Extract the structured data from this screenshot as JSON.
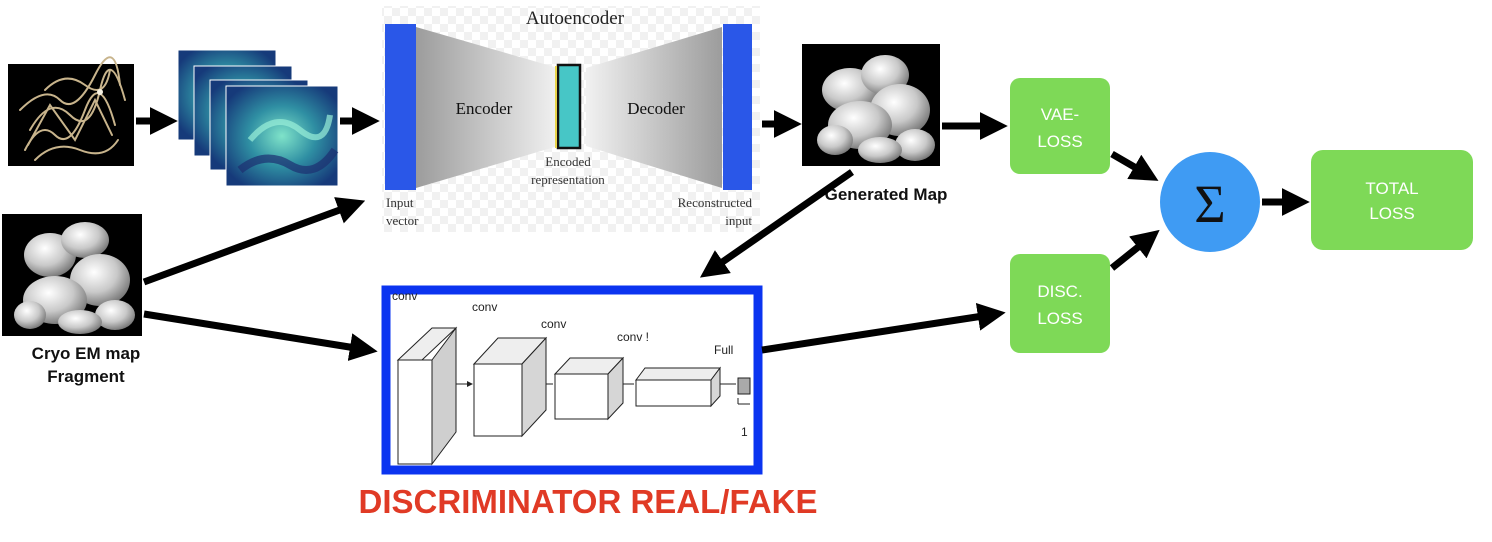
{
  "autoencoder": {
    "title": "Autoencoder",
    "encoder_label": "Encoder",
    "decoder_label": "Decoder",
    "encoded_line1": "Encoded",
    "encoded_line2": "representation",
    "input_line1": "Input",
    "input_line2": "vector",
    "recon_line1": "Reconstructed",
    "recon_line2": "input"
  },
  "generated_map": {
    "label": "Generated Map"
  },
  "cryo_fragment": {
    "line1": "Cryo EM map",
    "line2": "Fragment"
  },
  "discriminator": {
    "title": "DISCRIMINATOR REAL/FAKE",
    "layers": [
      "conv",
      "conv",
      "conv",
      "conv !",
      "Full"
    ],
    "output_label": "1"
  },
  "losses": {
    "vae": {
      "line1": "VAE-",
      "line2": "LOSS"
    },
    "disc": {
      "line1": "DISC.",
      "line2": "LOSS"
    },
    "sum_symbol": "Σ",
    "total": {
      "line1": "TOTAL",
      "line2": "LOSS"
    }
  },
  "colors": {
    "green_box": "#7ed957",
    "sum_circle": "#3f9bf3",
    "disc_frame": "#0b34f0",
    "disc_title": "#e03a25",
    "ae_blue": "#2a57e8",
    "ae_code": "#47c6c6"
  }
}
